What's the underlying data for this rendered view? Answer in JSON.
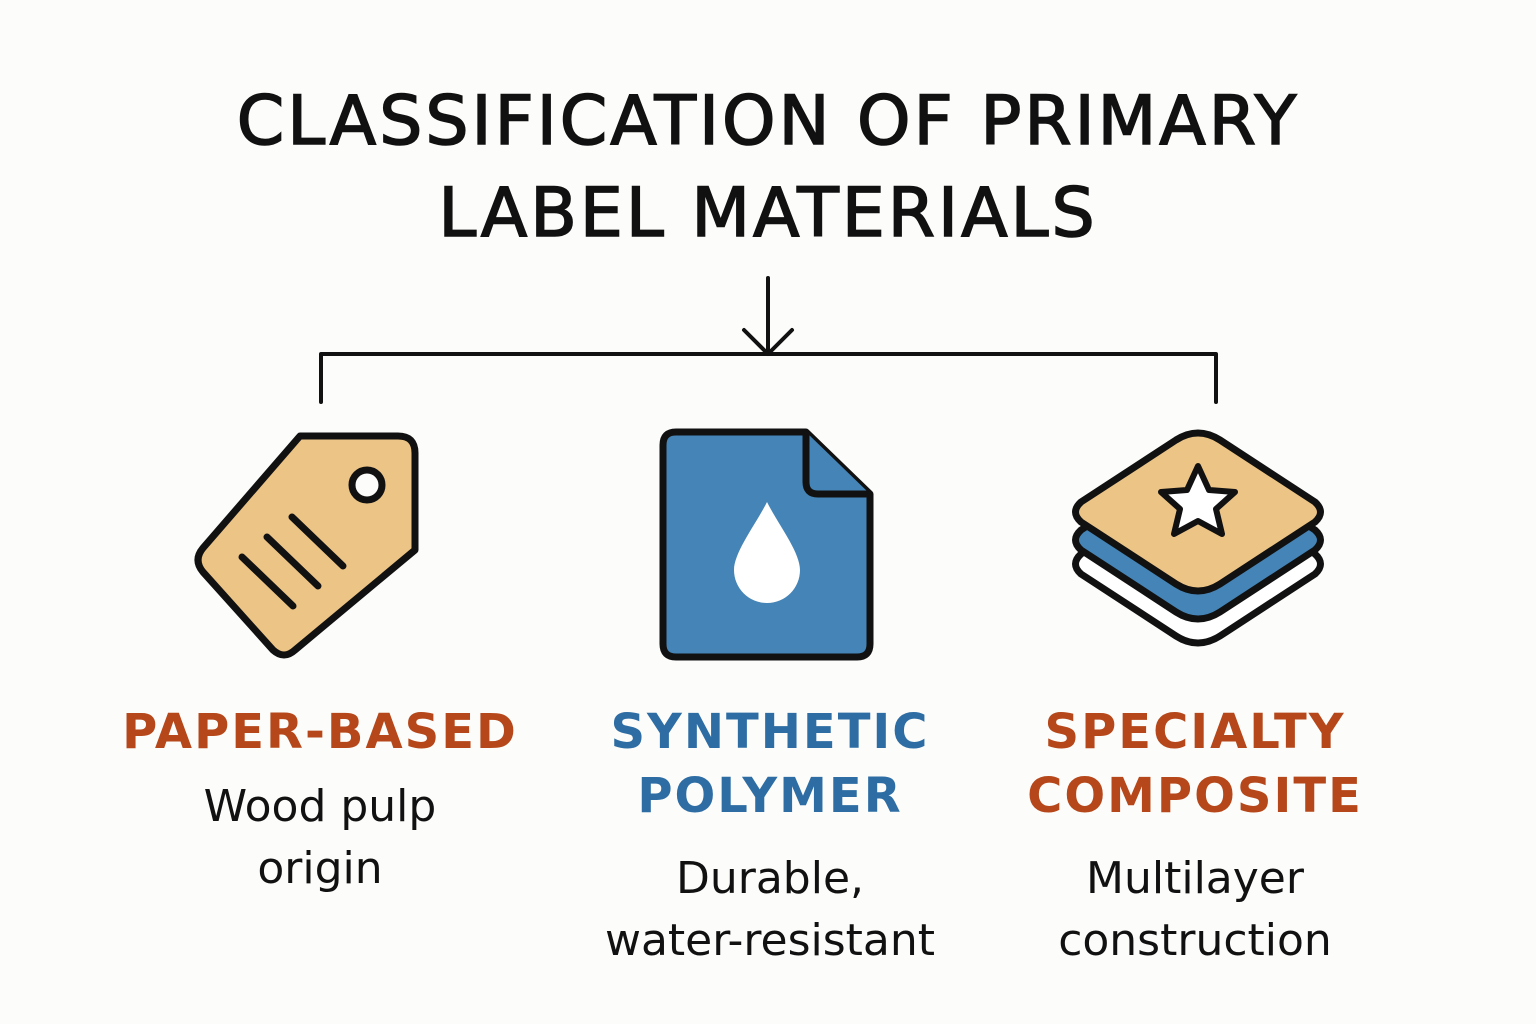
{
  "title": {
    "line1": "CLASSIFICATION OF PRIMARY",
    "line2": "LABEL MATERIALS"
  },
  "colors": {
    "accent_orange": "#b5471a",
    "accent_blue": "#2e6da4",
    "tag_fill": "#ecc486",
    "doc_fill": "#4584b6",
    "outline": "#111111"
  },
  "icons": {
    "paper": "tag-icon",
    "synthetic": "water-drop-document-icon",
    "specialty": "layered-star-icon"
  },
  "categories": [
    {
      "heading_lines": [
        "PAPER-BASED"
      ],
      "desc_lines": [
        "Wood pulp",
        "origin"
      ]
    },
    {
      "heading_lines": [
        "SYNTHETIC",
        "POLYMER"
      ],
      "desc_lines": [
        "Durable,",
        "water-resistant"
      ]
    },
    {
      "heading_lines": [
        "SPECIALTY",
        "COMPOSITE"
      ],
      "desc_lines": [
        "Multilayer",
        "construction"
      ]
    }
  ]
}
